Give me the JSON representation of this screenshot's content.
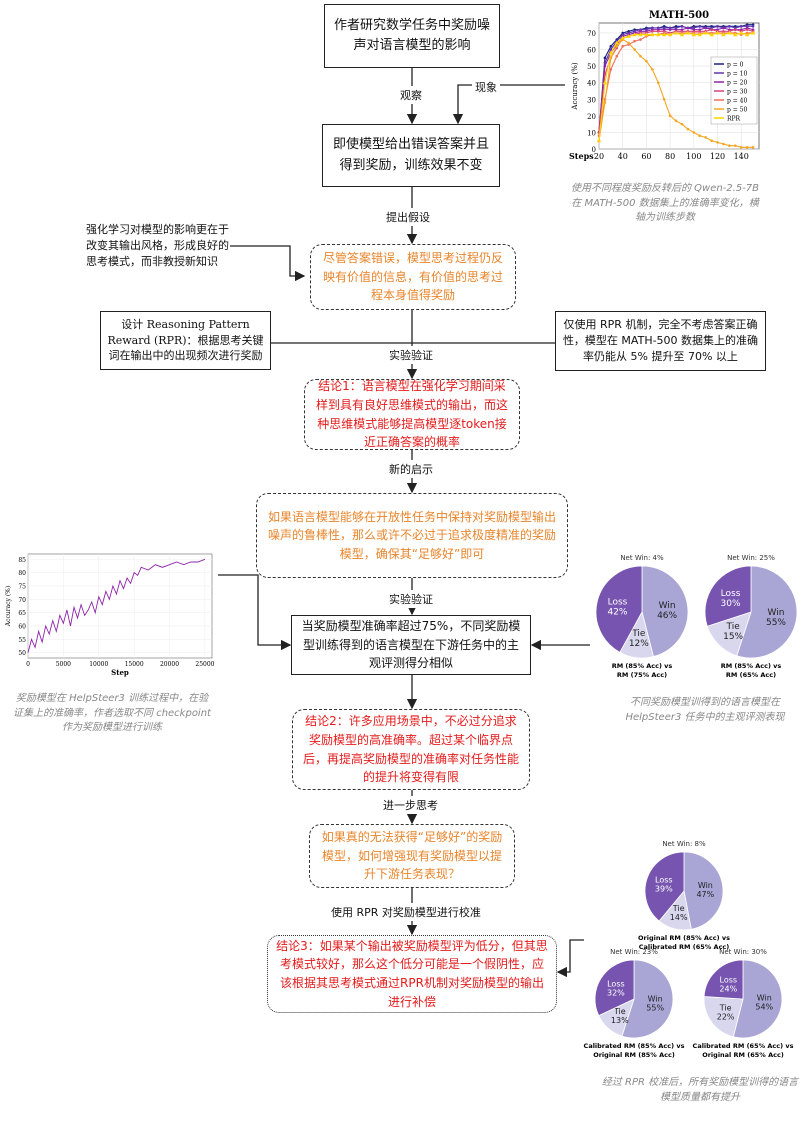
{
  "nodes": {
    "start": "作者研究数学任务中奖励噪声对语言模型的影响",
    "observation": "即使模型给出错误答案并且得到奖励，训练效果不变",
    "hypothesis": "尽管答案错误，模型思考过程仍反映有价值的信息，有价值的思考过程本身值得奖励",
    "conclusion1": "结论1：语言模型在强化学习期间采样到具有良好思维模式的输出，而这种思维模式能够提高模型逐token接近正确答案的概率",
    "insight": "如果语言模型能够在开放性任务中保持对奖励模型输出噪声的鲁棒性，那么或许不必过于追求极度精准的奖励模型，确保其“足够好”即可",
    "verify2": "当奖励模型准确率超过75%，不同奖励模型训练得到的语言模型在下游任务中的主观评测得分相似",
    "conclusion2": "结论2：许多应用场景中，不必过分追求奖励模型的高准确率。超过某个临界点后，再提高奖励模型的准确率对任务性能的提升将变得有限",
    "question": "如果真的无法获得“足够好”的奖励模型，如何增强现有奖励模型以提升下游任务表现？",
    "conclusion3": "结论3：如果某个输出被奖励模型评为低分，但其思考模式较好，那么这个低分可能是一个假阴性，应该根据其思考模式通过RPR机制对奖励模型的输出进行补偿"
  },
  "edge_labels": {
    "observe": "观察",
    "phenomenon": "现象",
    "propose": "提出假设",
    "experiment1": "实验验证",
    "new_insight": "新的启示",
    "experiment2": "实验验证",
    "further": "进一步思考",
    "calibrate": "使用 RPR 对奖励模型进行校准"
  },
  "side_notes": {
    "rl_note": "强化学习对模型的影响更在于改变其输出风格，形成良好的思考模式，而非教授新知识",
    "rpr_design": "设计 Reasoning Pattern Reward (RPR)：根据思考关键词在输出中的出现频次进行奖励",
    "rpr_result": "仅使用 RPR 机制，完全不考虑答案正确性，模型在 MATH-500 数据集上的准确率仍能从 5% 提升至 70% 以上"
  },
  "captions": {
    "math500": "使用不同程度奖励反转后的 Qwen-2.5-7B 在 MATH-500 数据集上的准确率变化，横轴为训练步数",
    "helpsteer": "奖励模型在 HelpSteer3 训练过程中，在验证集上的准确率，作者选取不同 checkpoint 作为奖励模型进行训练",
    "pies_top": "不同奖励模型训得到的语言模型在 HelpSteer3 任务中的主观评测表现",
    "pies_bottom": "经过 RPR 校准后，所有奖励模型训得的语言模型质量都有提升"
  },
  "chart_data": [
    {
      "type": "line",
      "title": "MATH-500",
      "xlabel": "Steps",
      "ylabel": "Accuracy (%)",
      "xlim": [
        20,
        155
      ],
      "ylim": [
        0,
        76
      ],
      "xticks": [
        20,
        40,
        60,
        80,
        100,
        120,
        140
      ],
      "yticks": [
        0,
        10,
        20,
        30,
        40,
        50,
        60,
        70
      ],
      "legend_position": "right",
      "grid": true,
      "x": [
        20,
        25,
        30,
        35,
        40,
        45,
        50,
        55,
        60,
        65,
        70,
        75,
        80,
        85,
        90,
        95,
        100,
        105,
        110,
        115,
        120,
        125,
        130,
        135,
        140,
        145,
        150
      ],
      "series": [
        {
          "name": "p = 0",
          "color": "#1a237e",
          "values": [
            10,
            55,
            62,
            66,
            70,
            71,
            72,
            72,
            73,
            73,
            73,
            74,
            73,
            74,
            74,
            73,
            74,
            74,
            74,
            74,
            74,
            74,
            74,
            74,
            74,
            75,
            75
          ]
        },
        {
          "name": "p = 10",
          "color": "#5e35b1",
          "values": [
            10,
            52,
            60,
            65,
            69,
            70,
            71,
            72,
            72,
            73,
            73,
            73,
            73,
            73,
            74,
            73,
            73,
            74,
            73,
            73,
            74,
            73,
            74,
            73,
            74,
            74,
            74
          ]
        },
        {
          "name": "p = 20",
          "color": "#8e24aa",
          "values": [
            10,
            50,
            58,
            63,
            68,
            69,
            70,
            71,
            71,
            72,
            72,
            72,
            72,
            72,
            72,
            73,
            72,
            72,
            73,
            72,
            72,
            73,
            72,
            72,
            72,
            73,
            72
          ]
        },
        {
          "name": "p = 30",
          "color": "#d6427a",
          "values": [
            10,
            45,
            55,
            61,
            67,
            68,
            69,
            70,
            70,
            71,
            71,
            71,
            70,
            71,
            71,
            71,
            71,
            71,
            71,
            72,
            71,
            71,
            71,
            72,
            71,
            72,
            71
          ]
        },
        {
          "name": "p = 40",
          "color": "#f06f5c",
          "values": [
            8,
            30,
            48,
            56,
            62,
            63,
            65,
            66,
            68,
            69,
            69,
            70,
            69,
            70,
            70,
            70,
            70,
            70,
            70,
            70,
            70,
            70,
            70,
            70,
            69,
            70,
            70
          ]
        },
        {
          "name": "p = 50",
          "color": "#f5a623",
          "values": [
            5,
            28,
            55,
            62,
            66,
            64,
            60,
            56,
            53,
            48,
            40,
            30,
            20,
            17,
            15,
            12,
            10,
            8,
            7,
            5,
            4,
            3,
            2,
            2,
            1,
            1,
            1
          ]
        },
        {
          "name": "RPR",
          "color": "#ffd200",
          "values": [
            5,
            40,
            58,
            64,
            67,
            68,
            69,
            69,
            69,
            69,
            69,
            69,
            69,
            70,
            69,
            70,
            69,
            69,
            70,
            69,
            70,
            69,
            70,
            69,
            70,
            69,
            70
          ]
        }
      ]
    },
    {
      "type": "line",
      "xlabel": "Step",
      "ylabel": "Accuracy (%)",
      "xlim": [
        0,
        26000
      ],
      "ylim": [
        48,
        87
      ],
      "xticks": [
        0,
        5000,
        10000,
        15000,
        20000,
        25000
      ],
      "yticks": [
        50,
        55,
        60,
        65,
        70,
        75,
        80,
        85
      ],
      "grid": true,
      "x": [
        0,
        500,
        1000,
        1500,
        2000,
        2500,
        3000,
        3500,
        4000,
        4500,
        5000,
        5500,
        6000,
        6500,
        7000,
        7500,
        8000,
        8500,
        9000,
        9500,
        10000,
        10500,
        11000,
        11500,
        12000,
        12500,
        13000,
        13500,
        14000,
        14500,
        15000,
        15500,
        16000,
        17000,
        18000,
        19000,
        20000,
        21000,
        22000,
        23000,
        24000,
        25000
      ],
      "series": [
        {
          "name": "",
          "color": "#8e24aa",
          "values": [
            50,
            55,
            52,
            58,
            54,
            60,
            57,
            62,
            58,
            64,
            61,
            66,
            60,
            67,
            63,
            68,
            64,
            66,
            69,
            65,
            71,
            68,
            73,
            70,
            75,
            72,
            77,
            74,
            78,
            76,
            80,
            79,
            82,
            81,
            83,
            82,
            83,
            84,
            83,
            84,
            84,
            85
          ]
        }
      ]
    },
    {
      "type": "pie",
      "net_win": "Net Win: 4%",
      "caption": "RM (85% Acc) vs RM (75% Acc)",
      "slices": [
        {
          "label": "Win",
          "value": 46
        },
        {
          "label": "Tie",
          "value": 12
        },
        {
          "label": "Loss",
          "value": 42
        }
      ]
    },
    {
      "type": "pie",
      "net_win": "Net Win: 25%",
      "caption": "RM (85% Acc) vs RM (65% Acc)",
      "slices": [
        {
          "label": "Win",
          "value": 55
        },
        {
          "label": "Tie",
          "value": 15
        },
        {
          "label": "Loss",
          "value": 30
        }
      ]
    },
    {
      "type": "pie",
      "net_win": "Net Win: 8%",
      "caption": "Original RM (85% Acc) vs Calibrated RM (65% Acc)",
      "slices": [
        {
          "label": "Win",
          "value": 47
        },
        {
          "label": "Tie",
          "value": 14
        },
        {
          "label": "Loss",
          "value": 39
        }
      ]
    },
    {
      "type": "pie",
      "net_win": "Net Win: 23%",
      "caption": "Calibrated RM (85% Acc) vs Original RM (85% Acc)",
      "slices": [
        {
          "label": "Win",
          "value": 55
        },
        {
          "label": "Tie",
          "value": 13
        },
        {
          "label": "Loss",
          "value": 32
        }
      ]
    },
    {
      "type": "pie",
      "net_win": "Net Win: 30%",
      "caption": "Calibrated RM (65% Acc) vs Original RM (65% Acc)",
      "slices": [
        {
          "label": "Win",
          "value": 54
        },
        {
          "label": "Tie",
          "value": 22
        },
        {
          "label": "Loss",
          "value": 24
        }
      ]
    }
  ],
  "colors": {
    "win": "#a9a6d6",
    "loss": "#7754b0",
    "tie": "#d9d7ee",
    "line": "#222222"
  }
}
